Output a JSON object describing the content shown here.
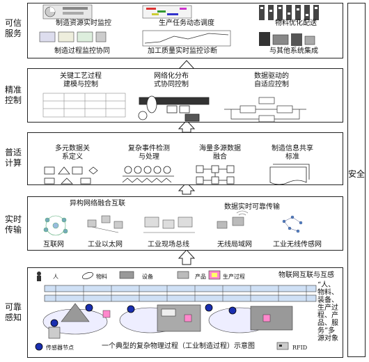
{
  "security_label": "安全",
  "layers": {
    "service": {
      "label": "可信\n服务",
      "items": [
        "制造资源实时监控",
        "生产任务动态调度",
        "物料优化配送",
        "制造过程监控协同",
        "加工质量实时监控诊断",
        "与其他系统集成"
      ]
    },
    "control": {
      "label": "精准\n控制",
      "items": [
        "关键工艺过程\n建模与控制",
        "网络化分布\n式协同控制",
        "数据驱动的\n自适应控制"
      ]
    },
    "compute": {
      "label": "普适\n计算",
      "items": [
        "多元数据关\n系定义",
        "复杂事件检测\n与处理",
        "海量多源数据\n融合",
        "制造信息共享\n标准"
      ]
    },
    "transport": {
      "label": "实时\n传输",
      "headers": [
        "异构网络融合互联",
        "数据实时可靠传输"
      ],
      "items": [
        "互联网",
        "工业以太网",
        "工业现场总线",
        "无线局域网",
        "工业无线传感网"
      ]
    },
    "sensing": {
      "label": "可靠\n感知",
      "legend": [
        "人",
        "物料",
        "设备",
        "产品",
        "生产过程"
      ],
      "title": "物联网互联与互感",
      "side_text": "“人、\n物料、\n装备、\n生产过\n程、产\n品、服\n务”多\n源对象",
      "sensor_label": "传感器节点",
      "caption": "一个典型的复杂物理过程（工业制造过程）示意图",
      "rfid_label": "RFID"
    }
  }
}
